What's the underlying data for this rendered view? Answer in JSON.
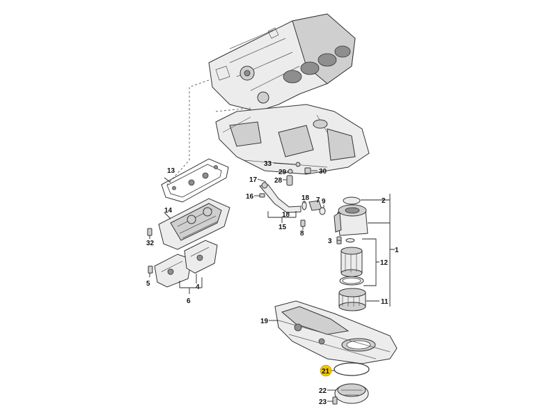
{
  "callouts": {
    "c1": "1",
    "c2": "2",
    "c3": "3",
    "c4": "4",
    "c5": "5",
    "c6": "6",
    "c7": "7",
    "c8": "8",
    "c9": "9",
    "c11": "11",
    "c12": "12",
    "c13": "13",
    "c14": "14",
    "c15": "15",
    "c16": "16",
    "c17": "17",
    "c18a": "18",
    "c18b": "18",
    "c19": "19",
    "c21": "21",
    "c22": "22",
    "c23": "23",
    "c28": "28",
    "c29": "29",
    "c30": "30",
    "c32": "32",
    "c33": "33"
  },
  "highlighted_callout": "21",
  "colors": {
    "highlight": "#f3c400",
    "part_fill": "#ececec",
    "outline": "#333333"
  }
}
